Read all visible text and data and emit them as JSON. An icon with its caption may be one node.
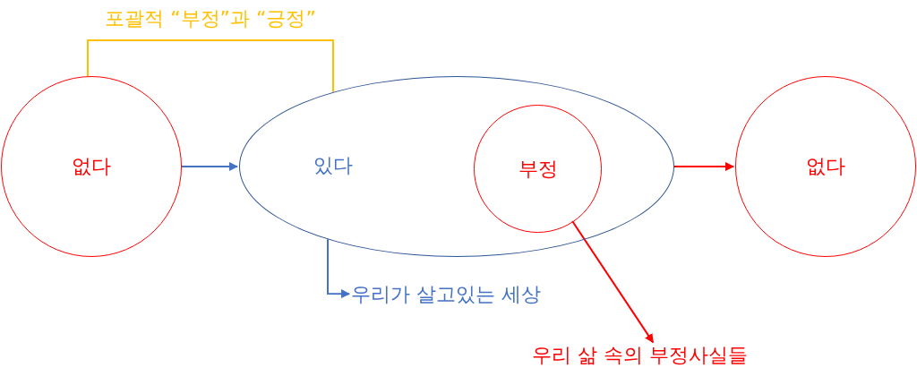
{
  "diagram": {
    "nodes": [
      {
        "text": [
          "없다"
        ]
      },
      {
        "text": [
          "있다"
        ]
      },
      {
        "text": [
          "부정"
        ],
        "in": 1
      },
      {
        "text": [
          "없다"
        ]
      },
      {
        "text": [
          "우리가 살고있는 세상"
        ]
      },
      {
        "text": [
          "우리 삶 속의 부정사실들"
        ]
      }
    ],
    "edges": [
      {
        "from": 0,
        "to": 1,
        "arrow": "to"
      },
      {
        "from": 1,
        "to": 3,
        "arrow": "to",
        "color": "#ff0000"
      },
      {
        "from": 1,
        "to": 4,
        "arrow": "to"
      },
      {
        "from": 2,
        "to": 5,
        "arrow": "to",
        "color": "#ff0000"
      },
      {
        "from": 0,
        "to": 1,
        "arrow": "none",
        "color": "#ffc000",
        "label": "포괄적 “부정”과 “긍정”"
      }
    ]
  }
}
